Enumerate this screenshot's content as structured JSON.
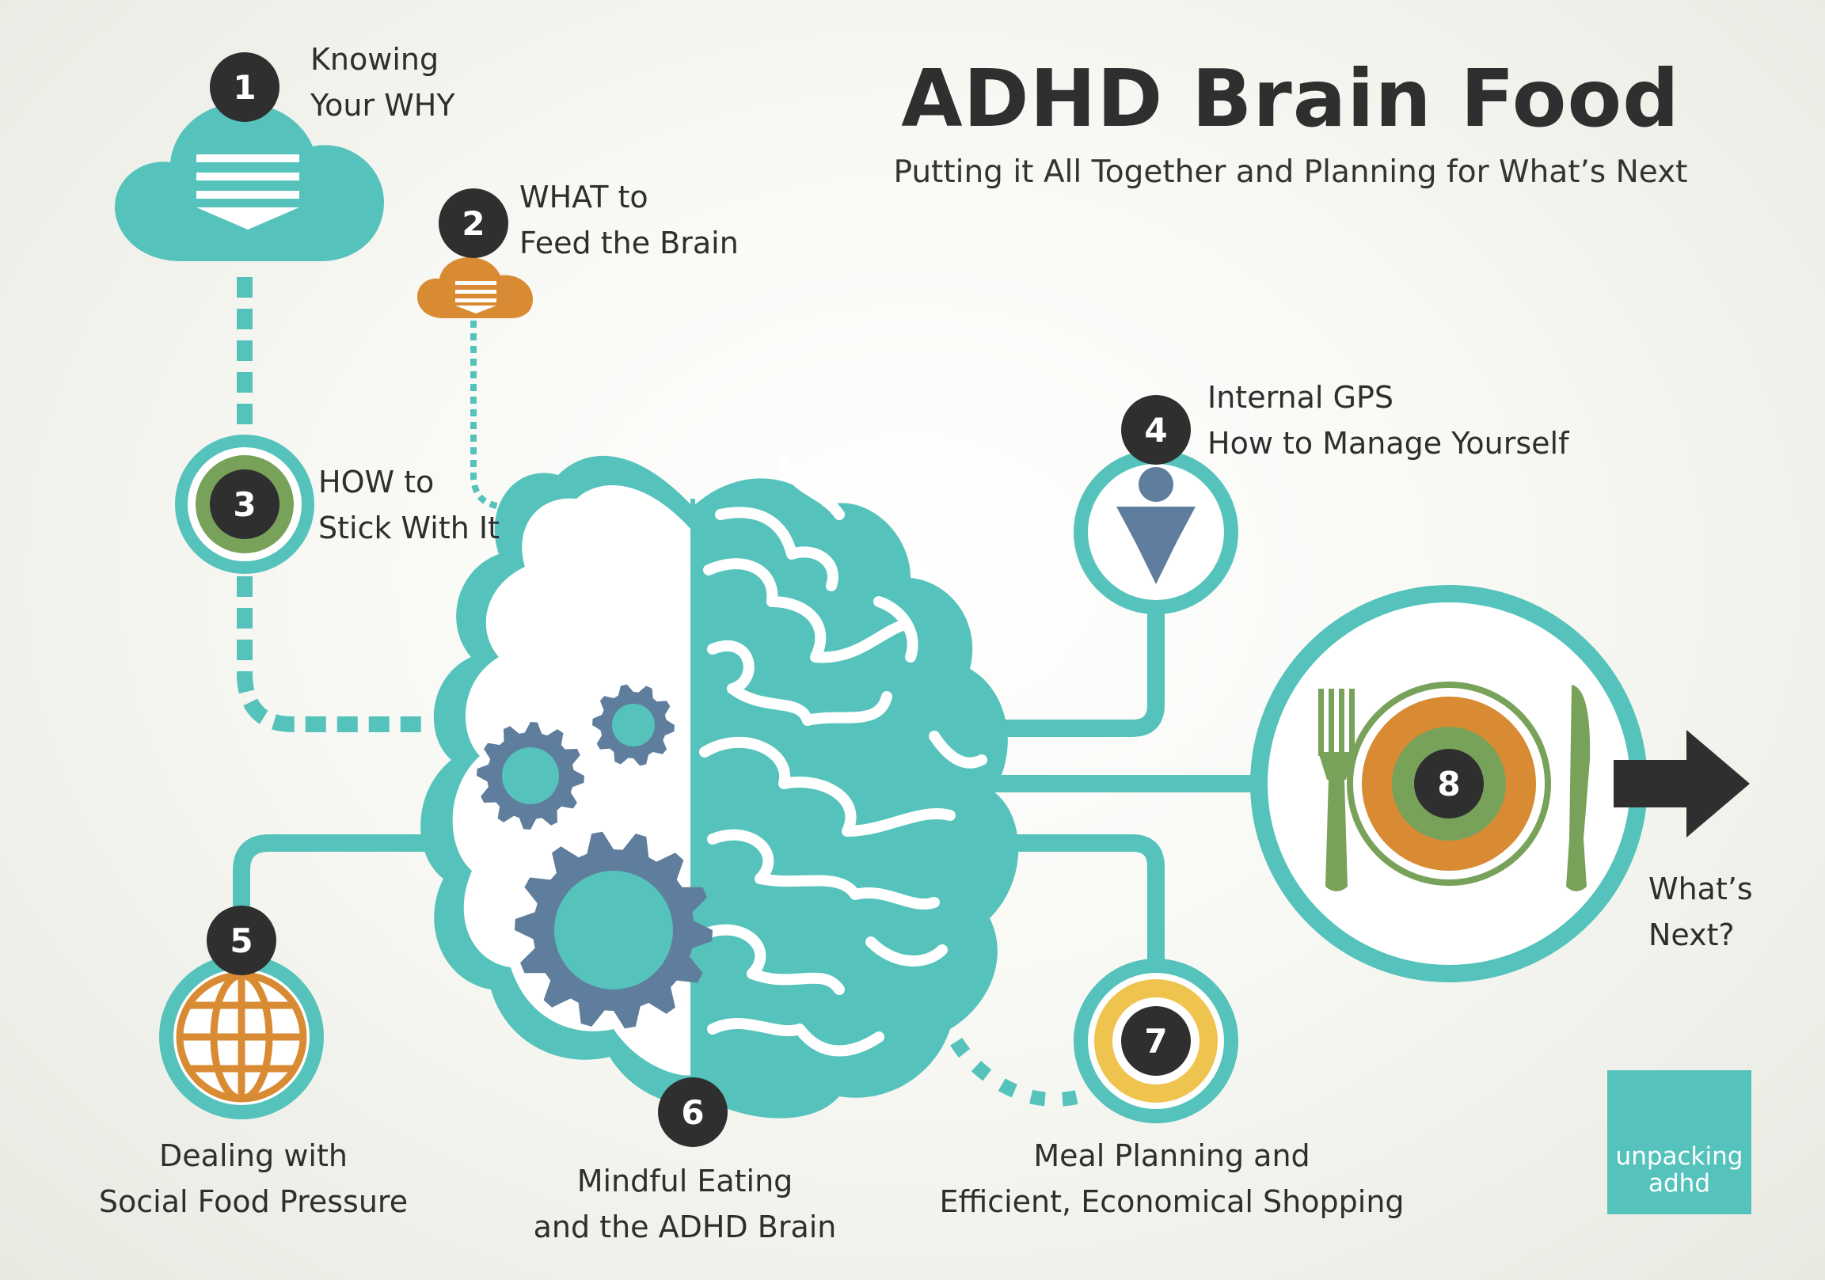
{
  "title": "ADHD Brain Food",
  "subtitle": "Putting it All Together and Planning for What’s Next",
  "steps": [
    {
      "num": "1",
      "line1": "Knowing",
      "line2": "Your WHY"
    },
    {
      "num": "2",
      "line1": "WHAT to",
      "line2": "Feed the Brain"
    },
    {
      "num": "3",
      "line1": "HOW to",
      "line2": "Stick With It"
    },
    {
      "num": "4",
      "line1": "Internal GPS",
      "line2": "How to Manage Yourself"
    },
    {
      "num": "5",
      "line1": "Dealing with",
      "line2": "Social Food Pressure"
    },
    {
      "num": "6",
      "line1": "Mindful Eating",
      "line2": "and the ADHD Brain"
    },
    {
      "num": "7",
      "line1": "Meal Planning and",
      "line2": "Efficient, Economical Shopping"
    },
    {
      "num": "8",
      "line1": "What’s",
      "line2": "Next?"
    }
  ],
  "logo": {
    "line1": "unpacking",
    "line2": "adhd"
  },
  "colors": {
    "teal": "#55c3bb",
    "orange": "#d98b34",
    "green": "#78a25a",
    "yellow": "#efc44e",
    "slate": "#5f7d9c",
    "dark": "#2f2f2f"
  },
  "icons": [
    "cloud-download-icon",
    "person-icon",
    "globe-icon",
    "gear-icon",
    "fork-icon",
    "knife-icon",
    "plate-icon",
    "arrow-right-icon",
    "brain-icon",
    "head-logo-icon"
  ]
}
